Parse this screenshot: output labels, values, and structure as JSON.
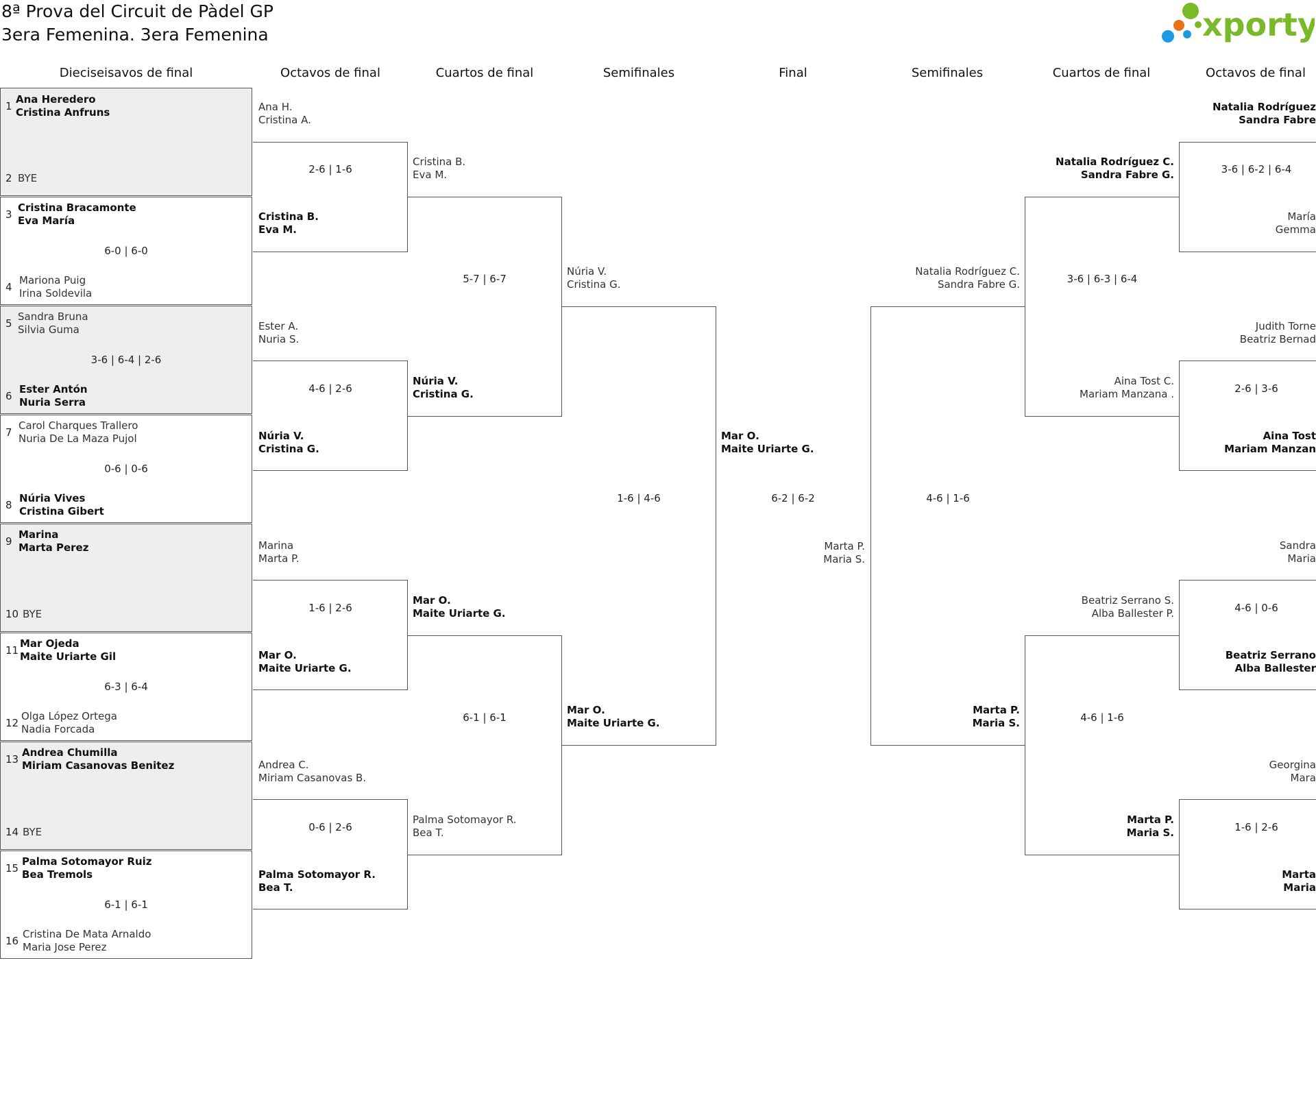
{
  "header": {
    "title_line1": "8ª Prova del Circuit de Pàdel GP",
    "title_line2": "3era Femenina. 3era Femenina",
    "logo_text": "xporty",
    "logo_colors": {
      "green": "#7ab929",
      "orange": "#e8731a",
      "blue": "#1a9ae0"
    }
  },
  "rounds": {
    "r32": "Dieciseisavos de final",
    "r16_left": "Octavos de final",
    "qf_left": "Cuartos de final",
    "sf_left": "Semifinales",
    "final": "Final",
    "sf_right": "Semifinales",
    "qf_right": "Cuartos de final",
    "r16_right": "Octavos de final"
  },
  "r32_seeds": [
    {
      "num": "1",
      "p1": "Ana Heredero",
      "p2": "Cristina Anfruns"
    },
    {
      "num": "2",
      "p1": "BYE",
      "p2": ""
    },
    {
      "num": "3",
      "p1": "Cristina Bracamonte",
      "p2": "Eva María"
    },
    {
      "num": "4",
      "p1": "Mariona Puig",
      "p2": "Irina Soldevila"
    },
    {
      "num": "5",
      "p1": "Sandra Bruna",
      "p2": "Silvia Guma"
    },
    {
      "num": "6",
      "p1": "Ester Antón",
      "p2": "Nuria Serra"
    },
    {
      "num": "7",
      "p1": "Carol Charques Trallero",
      "p2": "Nuria De La Maza Pujol"
    },
    {
      "num": "8",
      "p1": "Núria Vives",
      "p2": "Cristina Gibert"
    },
    {
      "num": "9",
      "p1": "Marina",
      "p2": "Marta Perez"
    },
    {
      "num": "10",
      "p1": "BYE",
      "p2": ""
    },
    {
      "num": "11",
      "p1": "Mar Ojeda",
      "p2": "Maite Uriarte Gil"
    },
    {
      "num": "12",
      "p1": "Olga López Ortega",
      "p2": "Nadia Forcada"
    },
    {
      "num": "13",
      "p1": "Andrea Chumilla",
      "p2": "Miriam Casanovas Benitez"
    },
    {
      "num": "14",
      "p1": "BYE",
      "p2": ""
    },
    {
      "num": "15",
      "p1": "Palma Sotomayor Ruiz",
      "p2": "Bea Tremols"
    },
    {
      "num": "16",
      "p1": "Cristina De Mata Arnaldo",
      "p2": "Maria Jose Perez"
    }
  ],
  "r32_scores": [
    "",
    "6-0 | 6-0",
    "3-6 | 6-4 | 2-6",
    "0-6 | 0-6",
    "",
    "6-3 | 6-4",
    "",
    "6-1 | 6-1"
  ],
  "r16_left": [
    {
      "p1": "Ana H.",
      "p2": "Cristina A."
    },
    {
      "p1": "Cristina B.",
      "p2": "Eva M."
    },
    {
      "p1": "Ester A.",
      "p2": "Nuria S."
    },
    {
      "p1": "Núria V.",
      "p2": "Cristina G."
    },
    {
      "p1": "Marina",
      "p2": "Marta P."
    },
    {
      "p1": "Mar O.",
      "p2": "Maite Uriarte G."
    },
    {
      "p1": "Andrea C.",
      "p2": "Miriam Casanovas B."
    },
    {
      "p1": "Palma Sotomayor R.",
      "p2": "Bea T."
    }
  ],
  "r16_left_scores": [
    "2-6 | 1-6",
    "4-6 | 2-6",
    "1-6 | 2-6",
    "0-6 | 2-6"
  ],
  "qf_left": [
    {
      "p1": "Cristina B.",
      "p2": "Eva M."
    },
    {
      "p1": "Núria V.",
      "p2": "Cristina G."
    },
    {
      "p1": "Mar O.",
      "p2": "Maite Uriarte G."
    },
    {
      "p1": "Palma Sotomayor R.",
      "p2": "Bea T."
    }
  ],
  "qf_left_scores": [
    "5-7 | 6-7",
    "6-1 | 6-1"
  ],
  "sf_left": [
    {
      "p1": "Núria V.",
      "p2": "Cristina G."
    },
    {
      "p1": "Mar O.",
      "p2": "Maite Uriarte G."
    }
  ],
  "sf_left_score": "1-6 | 4-6",
  "final": {
    "left": {
      "p1": "Mar O.",
      "p2": "Maite Uriarte G."
    },
    "score": "6-2 | 6-2",
    "right": {
      "p1": "Marta P.",
      "p2": "Maria S."
    }
  },
  "sf_right": [
    {
      "p1": "Natalia Rodríguez C.",
      "p2": "Sandra Fabre G."
    },
    {
      "p1": "Marta P.",
      "p2": "Maria S."
    }
  ],
  "sf_right_score": "4-6 | 1-6",
  "qf_right": [
    {
      "p1": "Natalia Rodríguez C.",
      "p2": "Sandra Fabre G."
    },
    {
      "p1": "Aina Tost C.",
      "p2": "Mariam Manzana ."
    },
    {
      "p1": "Beatriz Serrano S.",
      "p2": "Alba Ballester P."
    },
    {
      "p1": "Marta P.",
      "p2": "Maria S."
    }
  ],
  "qf_right_scores": [
    "3-6 | 6-3 | 6-4",
    "4-6 | 1-6"
  ],
  "r16_right": [
    {
      "p1": "Natalia Rodríguez",
      "p2": "Sandra Fabre"
    },
    {
      "p1": "María",
      "p2": "Gemma"
    },
    {
      "p1": "Judith Torne",
      "p2": "Beatriz Bernad"
    },
    {
      "p1": "Aina Tost",
      "p2": "Mariam Manzan"
    },
    {
      "p1": "Sandra",
      "p2": "Maria"
    },
    {
      "p1": "Beatriz Serrano",
      "p2": "Alba Ballester"
    },
    {
      "p1": "Georgina",
      "p2": "Mara"
    },
    {
      "p1": "Marta",
      "p2": "Maria"
    }
  ],
  "r16_right_scores": [
    "3-6 | 6-2 | 6-4",
    "2-6 | 3-6",
    "4-6 | 0-6",
    "1-6 | 2-6"
  ]
}
